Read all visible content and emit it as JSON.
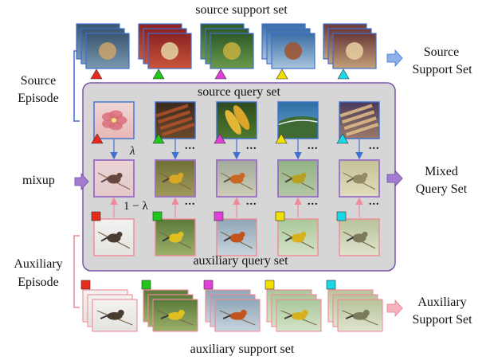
{
  "labels": {
    "source_support_set_top": "source support set",
    "source_episode": [
      "Source",
      "Episode"
    ],
    "source_query_set": "source query set",
    "source_support_set_right": [
      "Source",
      "Support Set"
    ],
    "mixup": "mixup",
    "mixed_query_set": [
      "Mixed",
      "Query Set"
    ],
    "auxiliary_query_set": "auxiliary query set",
    "auxiliary_episode": [
      "Auxiliary",
      "Episode"
    ],
    "auxiliary_support_set_right": [
      "Auxiliary",
      "Support Set"
    ],
    "auxiliary_support_set_bottom": "auxiliary support set",
    "lambda": "λ",
    "one_minus_lambda": "1 − λ",
    "ellipsis": "..."
  },
  "class_colors": [
    "#e8291c",
    "#22c51b",
    "#e040d8",
    "#f0e000",
    "#18d8e8"
  ],
  "colors": {
    "source_border": "#3f6fd0",
    "mixed_border": "#9a6fc8",
    "auxiliary_border": "#f08a9a",
    "source_arrow": "#3f6fd0",
    "auxiliary_arrow": "#f08a9a",
    "mixup_arrow": "#9a6fc8",
    "query_panel_fill": "#d6d6d6",
    "query_panel_border": "#7a55a8"
  },
  "source_query_images": [
    "flower",
    "food-skewers",
    "corn",
    "coastline",
    "carousel"
  ],
  "auxiliary_query_images": [
    "bird-flying",
    "bird-yellow",
    "bird-orange",
    "bird-goldfinch",
    "bird-branch"
  ]
}
